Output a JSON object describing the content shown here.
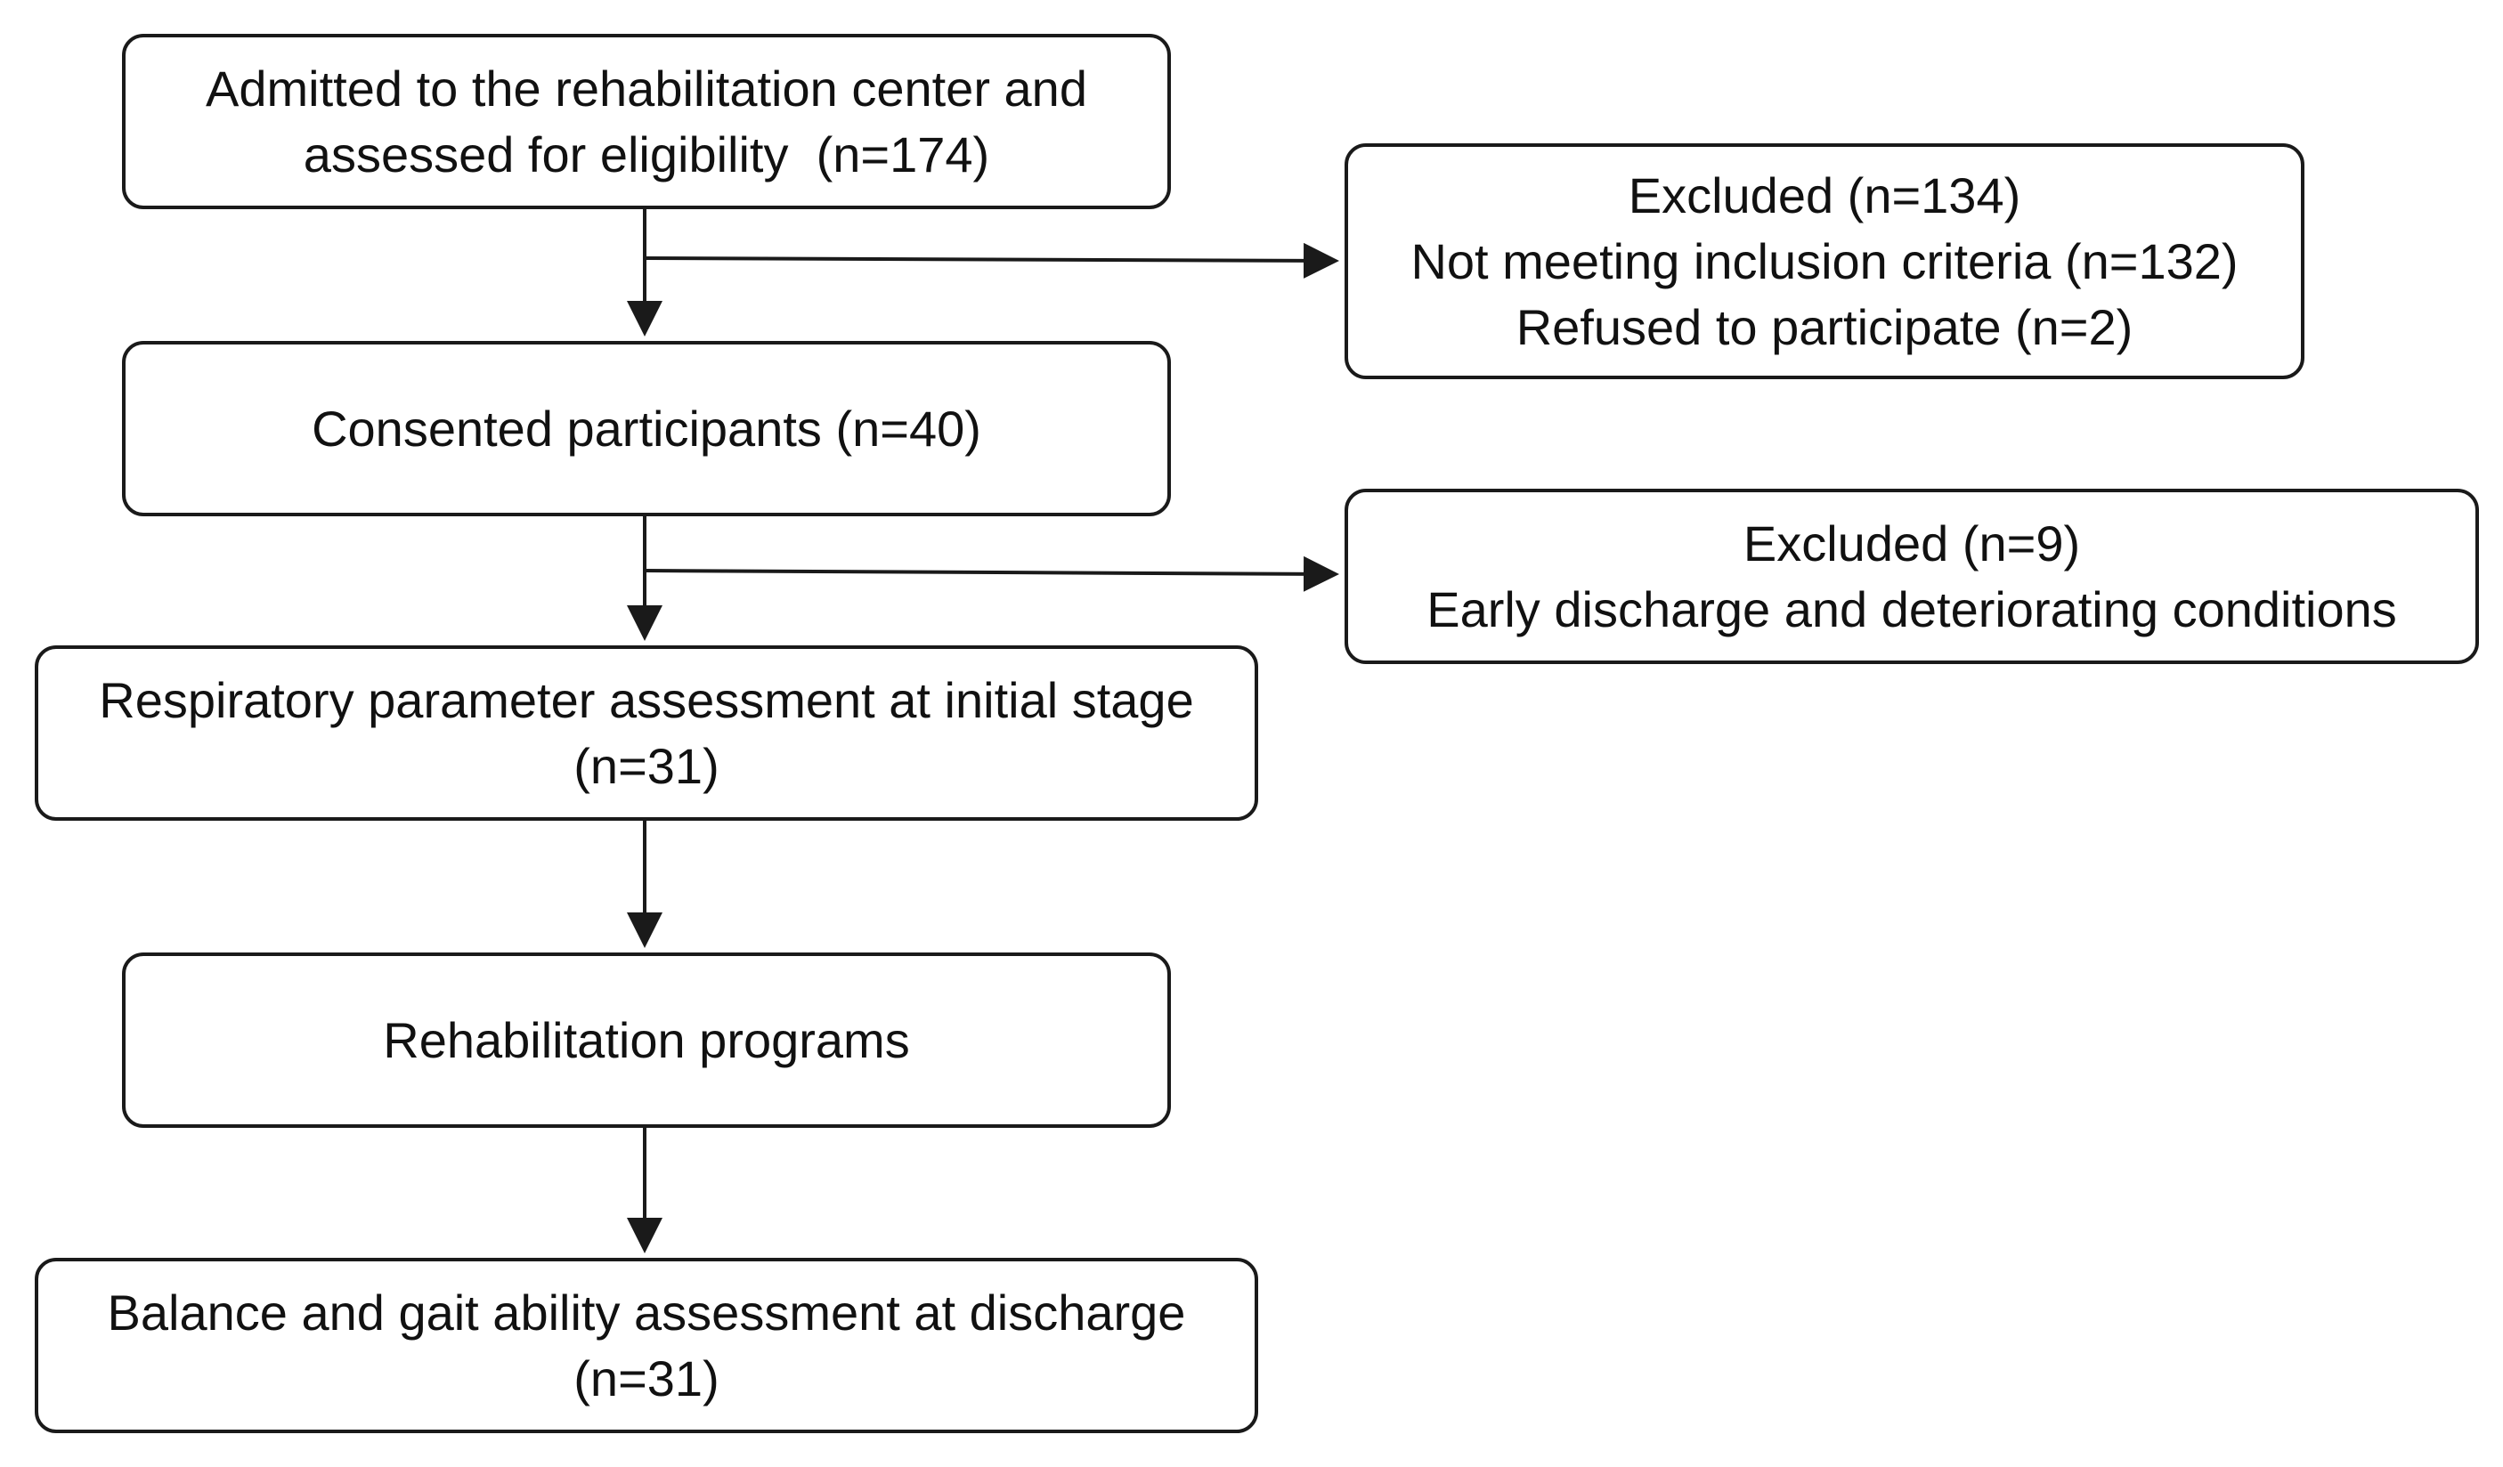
{
  "flowchart": {
    "admitted": {
      "line1": "Admitted to the rehabilitation center and",
      "line2": "assessed for eligibility  (n=174)"
    },
    "consented": {
      "line1": "Consented participants (n=40)"
    },
    "respiratory": {
      "line1": "Respiratory parameter assessment at initial stage",
      "line2": "(n=31)"
    },
    "rehab": {
      "line1": "Rehabilitation programs"
    },
    "balance": {
      "line1": "Balance and gait ability assessment at discharge",
      "line2": "(n=31)"
    },
    "excluded_first": {
      "line1": "Excluded (n=134)",
      "line2": "Not meeting inclusion criteria (n=132)",
      "line3": "Refused to participate (n=2)"
    },
    "excluded_second": {
      "line1": "Excluded (n=9)",
      "line2": "Early discharge and deteriorating conditions"
    }
  },
  "colors": {
    "stroke": "#1a1a1a",
    "text": "#111111",
    "background": "#ffffff"
  }
}
